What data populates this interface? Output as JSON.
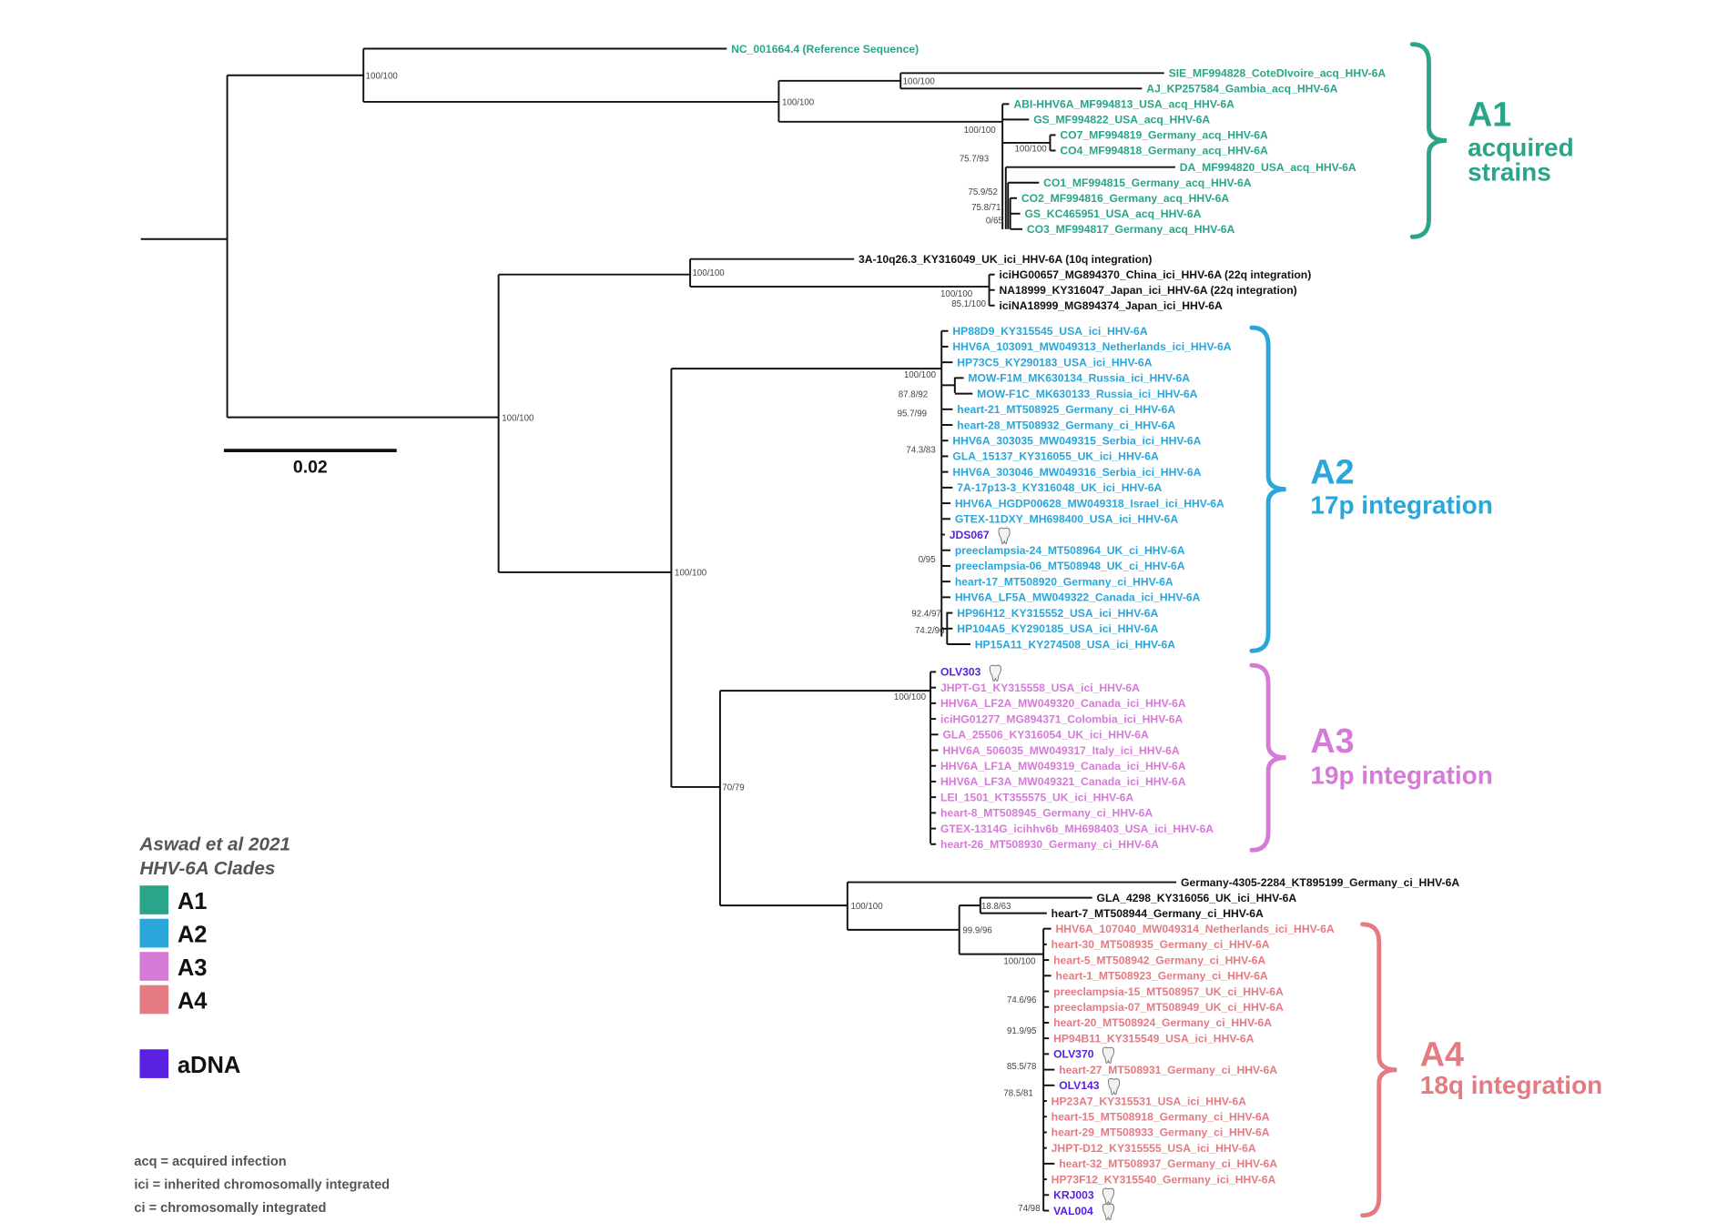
{
  "colors": {
    "A1": "#2aa58a",
    "A2": "#2aa6da",
    "A3": "#d67ad8",
    "A4": "#e47b82",
    "aDNA": "#5a20e0",
    "black": "#111111"
  },
  "scale_bar": {
    "label": "0.02"
  },
  "leaves": [
    {
      "label": "NC_001664.4 (Reference Sequence)",
      "group": "A1"
    },
    {
      "label": "SIE_MF994828_CoteDIvoire_acq_HHV-6A",
      "group": "A1"
    },
    {
      "label": "AJ_KP257584_Gambia_acq_HHV-6A",
      "group": "A1"
    },
    {
      "label": "ABI-HHV6A_MF994813_USA_acq_HHV-6A",
      "group": "A1"
    },
    {
      "label": "GS_MF994822_USA_acq_HHV-6A",
      "group": "A1"
    },
    {
      "label": "CO7_MF994819_Germany_acq_HHV-6A",
      "group": "A1"
    },
    {
      "label": "CO4_MF994818_Germany_acq_HHV-6A",
      "group": "A1"
    },
    {
      "label": "DA_MF994820_USA_acq_HHV-6A",
      "group": "A1"
    },
    {
      "label": "CO1_MF994815_Germany_acq_HHV-6A",
      "group": "A1"
    },
    {
      "label": "CO2_MF994816_Germany_acq_HHV-6A",
      "group": "A1"
    },
    {
      "label": "GS_KC465951_USA_acq_HHV-6A",
      "group": "A1"
    },
    {
      "label": "CO3_MF994817_Germany_acq_HHV-6A",
      "group": "A1"
    },
    {
      "label": "3A-10q26.3_KY316049_UK_ici_HHV-6A (10q integration)",
      "group": "black"
    },
    {
      "label": "iciHG00657_MG894370_China_ici_HHV-6A (22q integration)",
      "group": "black"
    },
    {
      "label": "NA18999_KY316047_Japan_ici_HHV-6A (22q integration)",
      "group": "black"
    },
    {
      "label": "iciNA18999_MG894374_Japan_ici_HHV-6A",
      "group": "black"
    },
    {
      "label": "HP88D9_KY315545_USA_ici_HHV-6A",
      "group": "A2"
    },
    {
      "label": "HHV6A_103091_MW049313_Netherlands_ici_HHV-6A",
      "group": "A2"
    },
    {
      "label": "HP73C5_KY290183_USA_ici_HHV-6A",
      "group": "A2"
    },
    {
      "label": "MOW-F1M_MK630134_Russia_ici_HHV-6A",
      "group": "A2"
    },
    {
      "label": "MOW-F1C_MK630133_Russia_ici_HHV-6A",
      "group": "A2"
    },
    {
      "label": "heart-21_MT508925_Germany_ci_HHV-6A",
      "group": "A2"
    },
    {
      "label": "heart-28_MT508932_Germany_ci_HHV-6A",
      "group": "A2"
    },
    {
      "label": "HHV6A_303035_MW049315_Serbia_ici_HHV-6A",
      "group": "A2"
    },
    {
      "label": "GLA_15137_KY316055_UK_ici_HHV-6A",
      "group": "A2"
    },
    {
      "label": "HHV6A_303046_MW049316_Serbia_ici_HHV-6A",
      "group": "A2"
    },
    {
      "label": "7A-17p13-3_KY316048_UK_ici_HHV-6A",
      "group": "A2"
    },
    {
      "label": "HHV6A_HGDP00628_MW049318_Israel_ici_HHV-6A",
      "group": "A2"
    },
    {
      "label": "GTEX-11DXY_MH698400_USA_ici_HHV-6A",
      "group": "A2"
    },
    {
      "label": "JDS067",
      "group": "aDNA"
    },
    {
      "label": "preeclampsia-24_MT508964_UK_ci_HHV-6A",
      "group": "A2"
    },
    {
      "label": "preeclampsia-06_MT508948_UK_ci_HHV-6A",
      "group": "A2"
    },
    {
      "label": "heart-17_MT508920_Germany_ci_HHV-6A",
      "group": "A2"
    },
    {
      "label": "HHV6A_LF5A_MW049322_Canada_ici_HHV-6A",
      "group": "A2"
    },
    {
      "label": "HP96H12_KY315552_USA_ici_HHV-6A",
      "group": "A2"
    },
    {
      "label": "HP104A5_KY290185_USA_ici_HHV-6A",
      "group": "A2"
    },
    {
      "label": "HP15A11_KY274508_USA_ici_HHV-6A",
      "group": "A2"
    },
    {
      "label": "OLV303",
      "group": "aDNA"
    },
    {
      "label": "JHPT-G1_KY315558_USA_ici_HHV-6A",
      "group": "A3"
    },
    {
      "label": "HHV6A_LF2A_MW049320_Canada_ici_HHV-6A",
      "group": "A3"
    },
    {
      "label": "iciHG01277_MG894371_Colombia_ici_HHV-6A",
      "group": "A3"
    },
    {
      "label": "GLA_25506_KY316054_UK_ici_HHV-6A",
      "group": "A3"
    },
    {
      "label": "HHV6A_506035_MW049317_Italy_ici_HHV-6A",
      "group": "A3"
    },
    {
      "label": "HHV6A_LF1A_MW049319_Canada_ici_HHV-6A",
      "group": "A3"
    },
    {
      "label": "HHV6A_LF3A_MW049321_Canada_ici_HHV-6A",
      "group": "A3"
    },
    {
      "label": "LEI_1501_KT355575_UK_ici_HHV-6A",
      "group": "A3"
    },
    {
      "label": "heart-8_MT508945_Germany_ci_HHV-6A",
      "group": "A3"
    },
    {
      "label": "GTEX-1314G_icihhv6b_MH698403_USA_ici_HHV-6A",
      "group": "A3"
    },
    {
      "label": "heart-26_MT508930_Germany_ci_HHV-6A",
      "group": "A3"
    },
    {
      "label": "Germany-4305-2284_KT895199_Germany_ci_HHV-6A",
      "group": "black"
    },
    {
      "label": "GLA_4298_KY316056_UK_ici_HHV-6A",
      "group": "black"
    },
    {
      "label": "heart-7_MT508944_Germany_ci_HHV-6A",
      "group": "black"
    },
    {
      "label": "HHV6A_107040_MW049314_Netherlands_ici_HHV-6A",
      "group": "A4"
    },
    {
      "label": "heart-30_MT508935_Germany_ci_HHV-6A",
      "group": "A4"
    },
    {
      "label": "heart-5_MT508942_Germany_ci_HHV-6A",
      "group": "A4"
    },
    {
      "label": "heart-1_MT508923_Germany_ci_HHV-6A",
      "group": "A4"
    },
    {
      "label": "preeclampsia-15_MT508957_UK_ci_HHV-6A",
      "group": "A4"
    },
    {
      "label": "preeclampsia-07_MT508949_UK_ci_HHV-6A",
      "group": "A4"
    },
    {
      "label": "heart-20_MT508924_Germany_ci_HHV-6A",
      "group": "A4"
    },
    {
      "label": "HP94B11_KY315549_USA_ici_HHV-6A",
      "group": "A4"
    },
    {
      "label": "OLV370",
      "group": "aDNA"
    },
    {
      "label": "heart-27_MT508931_Germany_ci_HHV-6A",
      "group": "A4"
    },
    {
      "label": "OLV143",
      "group": "aDNA"
    },
    {
      "label": "HP23A7_KY315531_USA_ici_HHV-6A",
      "group": "A4"
    },
    {
      "label": "heart-15_MT508918_Germany_ci_HHV-6A",
      "group": "A4"
    },
    {
      "label": "heart-29_MT508933_Germany_ci_HHV-6A",
      "group": "A4"
    },
    {
      "label": "JHPT-D12_KY315555_USA_ici_HHV-6A",
      "group": "A4"
    },
    {
      "label": "heart-32_MT508937_Germany_ci_HHV-6A",
      "group": "A4"
    },
    {
      "label": "HP73F12_KY315540_Germany_ici_HHV-6A",
      "group": "A4"
    },
    {
      "label": "KRJ003",
      "group": "aDNA"
    },
    {
      "label": "VAL004",
      "group": "aDNA"
    }
  ],
  "support_values": [
    "100/100",
    "100/100",
    "100/100",
    "100/100",
    "100/100",
    "75.7/93",
    "75.9/52",
    "75.8/71",
    "0/65",
    "100/100",
    "100/100",
    "85.1/100",
    "100/100",
    "100/100",
    "100/100",
    "87.8/92",
    "95.7/99",
    "74.3/83",
    "0/95",
    "92.4/97",
    "74.2/96",
    "100/100",
    "70/79",
    "100/100",
    "18.8/63",
    "99.9/96",
    "100/100",
    "74.6/96",
    "91.9/95",
    "85.5/78",
    "78.5/81",
    "74/98"
  ],
  "clades": [
    {
      "name": "A1",
      "subtitle": [
        "acquired",
        "strains"
      ],
      "color": "#2aa58a"
    },
    {
      "name": "A2",
      "subtitle": [
        "17p integration"
      ],
      "color": "#2aa6da"
    },
    {
      "name": "A3",
      "subtitle": [
        "19p integration"
      ],
      "color": "#d67ad8"
    },
    {
      "name": "A4",
      "subtitle": [
        "18q integration"
      ],
      "color": "#e47b82"
    }
  ],
  "legend": {
    "title_line1": "Aswad et al 2021",
    "title_line2": "HHV-6A Clades",
    "items": [
      {
        "label": "A1",
        "color": "#2aa58a"
      },
      {
        "label": "A2",
        "color": "#2aa6da"
      },
      {
        "label": "A3",
        "color": "#d67ad8"
      },
      {
        "label": "A4",
        "color": "#e47b82"
      },
      {
        "label": "aDNA",
        "color": "#5a20e0"
      }
    ],
    "notes": [
      "acq = acquired infection",
      "ici = inherited chromosomally integrated",
      "ci = chromosomally integrated"
    ]
  }
}
